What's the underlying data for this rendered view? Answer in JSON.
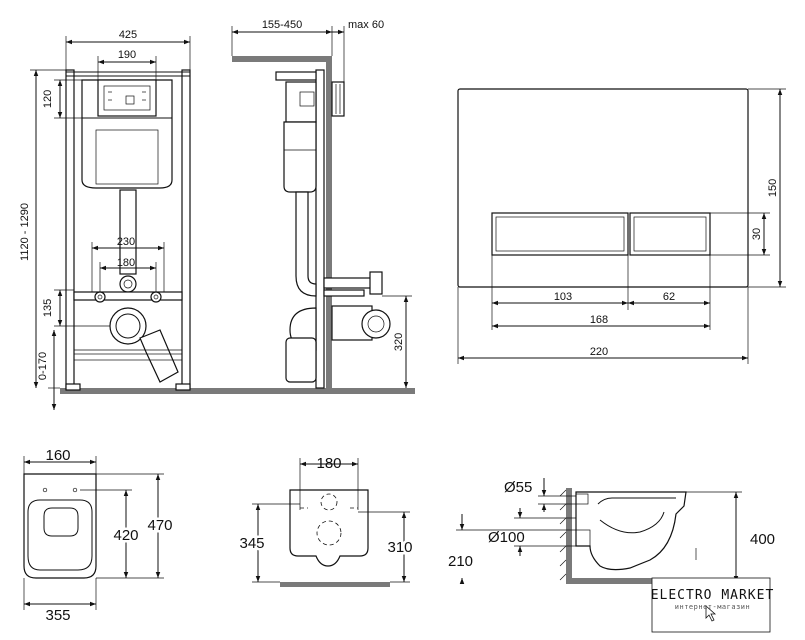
{
  "frame_view": {
    "width_total": "425",
    "panel_width": "190",
    "panel_height": "120",
    "height_range": "1120 - 1290",
    "bolt_span": "230",
    "pipe_span": "180",
    "outlet_height": "135",
    "floor_adjust": "0-170"
  },
  "side_view": {
    "depth_range": "155-450",
    "plate_depth": "max 60",
    "outlet_center": "320"
  },
  "flush_plate": {
    "height": "150",
    "width": "220",
    "button_span": "168",
    "big_button": "103",
    "small_button": "62",
    "button_height": "30"
  },
  "bowl_top": {
    "width_back": "160",
    "inner_depth": "420",
    "outer_depth": "470",
    "width": "355"
  },
  "bowl_rear": {
    "bolt_span": "180",
    "left_height": "345",
    "right_height": "310"
  },
  "bowl_side": {
    "inlet": "Ø55",
    "outlet": "Ø100",
    "floor_height": "210",
    "height": "400"
  },
  "logo": {
    "name": "ELECTRO MARKET",
    "tagline": "интернет-магазин"
  }
}
